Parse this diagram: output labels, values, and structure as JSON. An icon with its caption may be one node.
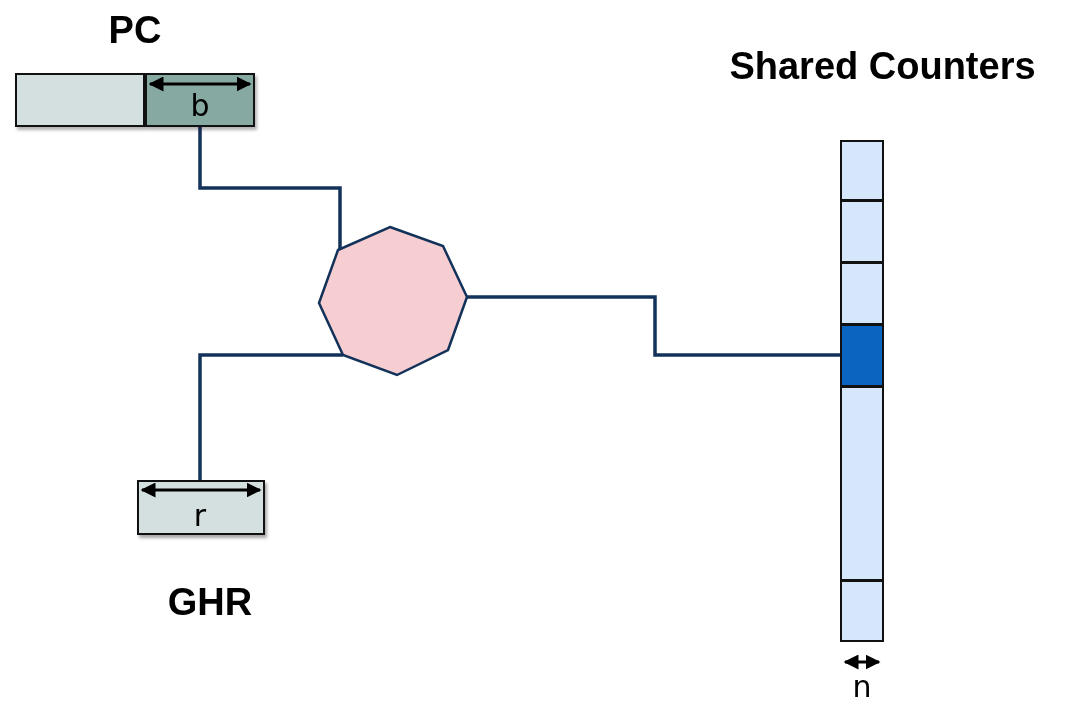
{
  "diagram": {
    "nodes": [
      {
        "text": [
          "PC"
        ]
      },
      {
        "text": [],
        "shape": "box",
        "in": 0
      },
      {
        "text": [],
        "shape": "box",
        "in": 0
      },
      {
        "text": [
          "GHR"
        ]
      },
      {
        "text": [],
        "shape": "octagon"
      },
      {
        "text": [
          "Shared Counters"
        ]
      },
      {
        "text": [],
        "shape": "box",
        "in": 5
      },
      {
        "text": [],
        "shape": "box",
        "in": 5
      },
      {
        "text": [],
        "shape": "box",
        "in": 5
      },
      {
        "text": [],
        "shape": "box",
        "in": 5
      },
      {
        "text": [],
        "shape": "box",
        "in": 5
      },
      {
        "text": [],
        "shape": "box",
        "in": 5
      }
    ],
    "edges": [
      {
        "from": 2,
        "to": 4,
        "arrow": "none"
      },
      {
        "from": 3,
        "to": 4,
        "arrow": "none"
      },
      {
        "from": 4,
        "to": 9,
        "arrow": "none"
      }
    ],
    "labels": [
      "b",
      "r",
      "n"
    ]
  }
}
